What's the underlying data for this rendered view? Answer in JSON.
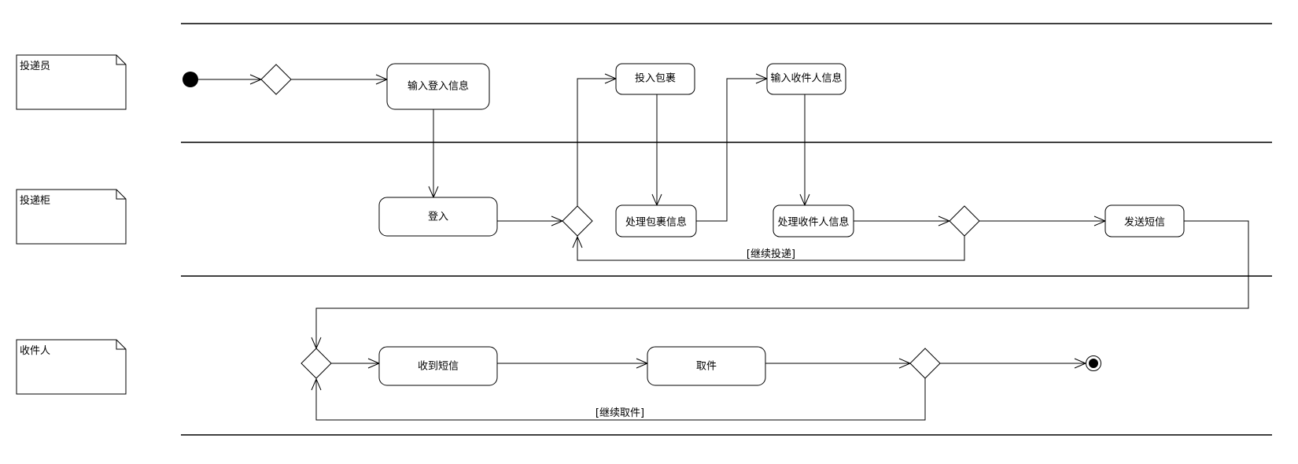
{
  "lanes": [
    {
      "id": "courier",
      "label": "投递员"
    },
    {
      "id": "locker",
      "label": "投递柜"
    },
    {
      "id": "recipient",
      "label": "收件人"
    }
  ],
  "actions": {
    "input_login": "输入登入信息",
    "login": "登入",
    "deposit_package": "投入包裹",
    "process_package": "处理包裹信息",
    "input_recipient": "输入收件人信息",
    "process_recipient": "处理收件人信息",
    "send_sms": "发送短信",
    "receive_sms": "收到短信",
    "pickup": "取件"
  },
  "guards": {
    "continue_deposit": "[继续投递]",
    "continue_pickup": "[继续取件]"
  }
}
